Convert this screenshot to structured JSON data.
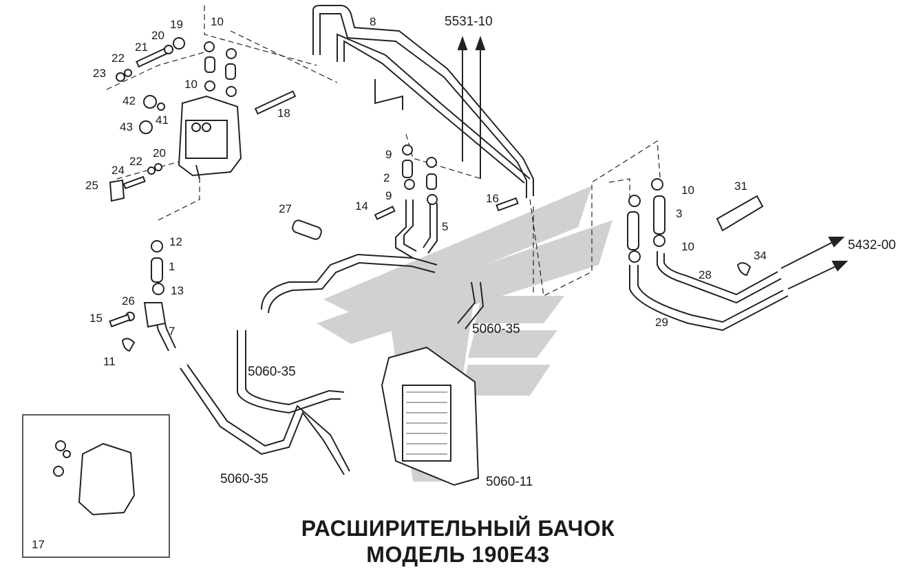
{
  "title": {
    "line1": "РАСШИРИТЕЛЬНЫЙ БАЧОК",
    "line2": "МОДЕЛЬ 190Е43"
  },
  "references": {
    "r5531_10": "5531-10",
    "r5432_00": "5432-00",
    "r5060_35_a": "5060-35",
    "r5060_35_b": "5060-35",
    "r5060_35_c": "5060-35",
    "r5060_11": "5060-11"
  },
  "callouts": {
    "c1": "1",
    "c2": "2",
    "c3": "3",
    "c5": "5",
    "c7": "7",
    "c8": "8",
    "c9a": "9",
    "c9b": "9",
    "c10a": "10",
    "c10b": "10",
    "c10c": "10",
    "c10d": "10",
    "c11": "11",
    "c12": "12",
    "c13": "13",
    "c14": "14",
    "c15": "15",
    "c16": "16",
    "c17": "17",
    "c18": "18",
    "c19": "19",
    "c20a": "20",
    "c20b": "20",
    "c21": "21",
    "c22a": "22",
    "c22b": "22",
    "c23": "23",
    "c24": "24",
    "c25": "25",
    "c26": "26",
    "c27": "27",
    "c28": "28",
    "c29": "29",
    "c31": "31",
    "c34": "34",
    "c41": "41",
    "c42": "42",
    "c43": "43"
  }
}
